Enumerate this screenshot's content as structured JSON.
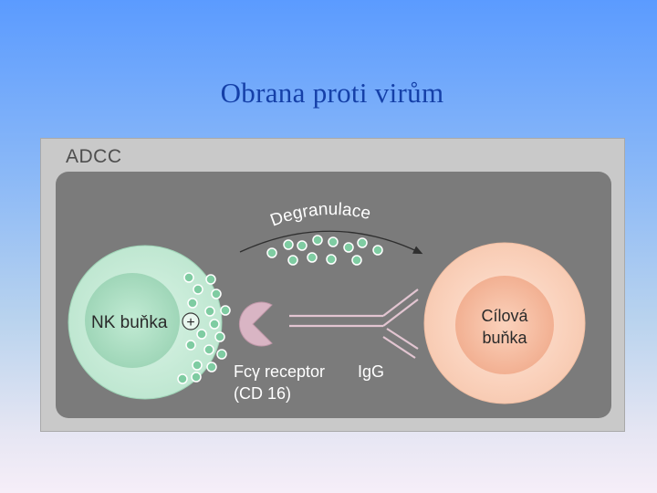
{
  "slide": {
    "title": "Obrana proti virům"
  },
  "figure": {
    "label": "ADCC",
    "degranulation_label": "Degranulace",
    "nk_cell_label": "NK buňka",
    "plus_sign": "+",
    "target_cell_label_line1": "Cílová",
    "target_cell_label_line2": "buňka",
    "receptor_label_line1": "Fcγ receptor",
    "receptor_label_line2": "(CD 16)",
    "antibody_label": "IgG",
    "colors": {
      "nk_cell": "#c8ecd9",
      "nk_nucleus": "#a8dcc0",
      "granule": "#8fd4ad",
      "target_cell": "#fbd8c6",
      "target_nucleus": "#f6bea3",
      "receptor": "#d7b4c2",
      "antibody": "#e0c4d0"
    }
  }
}
